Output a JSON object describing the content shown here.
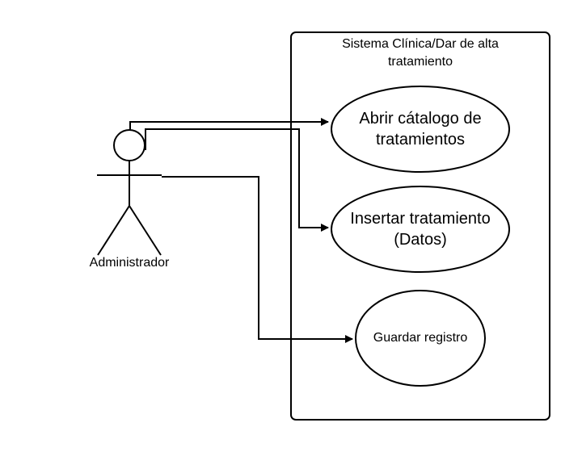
{
  "system": {
    "title": "Sistema Clínica/Dar de alta\ntratamiento"
  },
  "actor": {
    "name": "Administrador"
  },
  "use_cases": [
    {
      "label": "Abrir cátalogo de\ntratamientos"
    },
    {
      "label": "Insertar tratamiento\n(Datos)"
    },
    {
      "label": "Guardar registro"
    }
  ],
  "colors": {
    "stroke": "#000000",
    "fill": "#ffffff"
  }
}
